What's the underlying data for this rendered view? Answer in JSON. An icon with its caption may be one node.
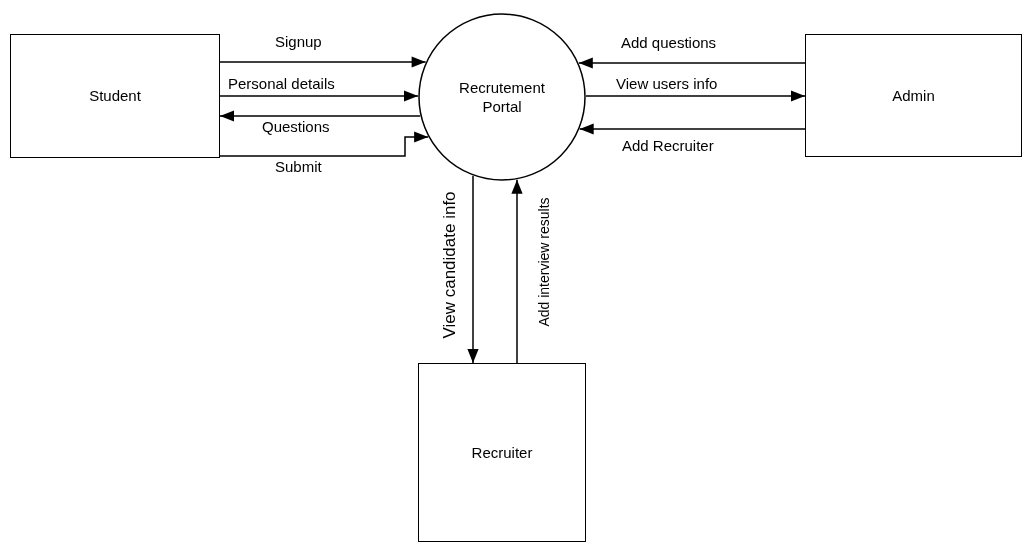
{
  "diagram": {
    "nodes": [
      {
        "text": [
          "Student"
        ]
      },
      {
        "text": [
          "Recrutement Portal"
        ]
      },
      {
        "text": [
          "Admin"
        ]
      },
      {
        "text": [
          "Recruiter"
        ]
      }
    ],
    "edges": [
      {
        "from": 0,
        "to": 1,
        "arrow": "to",
        "label": "Signup"
      },
      {
        "from": 0,
        "to": 1,
        "arrow": "to",
        "label": "Personal details"
      },
      {
        "from": 1,
        "to": 0,
        "arrow": "to",
        "label": "Questions"
      },
      {
        "from": 0,
        "to": 1,
        "arrow": "to",
        "label": "Submit"
      },
      {
        "from": 2,
        "to": 1,
        "arrow": "to",
        "label": "Add questions"
      },
      {
        "from": 1,
        "to": 2,
        "arrow": "to",
        "label": "View users info"
      },
      {
        "from": 2,
        "to": 1,
        "arrow": "to",
        "label": "Add Recruiter"
      },
      {
        "from": 1,
        "to": 3,
        "arrow": "to",
        "label": "View candidate info"
      },
      {
        "from": 3,
        "to": 1,
        "arrow": "to",
        "label": "Add interview results"
      }
    ]
  }
}
